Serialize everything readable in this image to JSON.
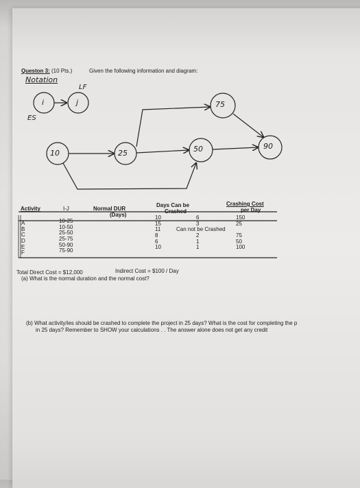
{
  "question": {
    "label": "Queston 3:",
    "points": "(10 Pts.)",
    "intro": "Given the following information and diagram:"
  },
  "notation": {
    "title": "Notation",
    "lf": "LF",
    "node_i": "i",
    "node_j": "j",
    "es": "ES"
  },
  "diagram": {
    "nodes": [
      "10",
      "25",
      "50",
      "75",
      "90"
    ]
  },
  "table": {
    "headers": {
      "activity": "Activity",
      "ij": "I-J",
      "normal_dur_1": "Normal DUR",
      "normal_dur_2": "(Days)",
      "days_can_1": "Days Can be",
      "days_can_2": "Crashed",
      "crash_cost_1": "Crashing Cost",
      "crash_cost_2": "per Day"
    },
    "rows": [
      {
        "activity": "A",
        "ij": "10-25",
        "normal": "10",
        "days": "6",
        "cost": "150"
      },
      {
        "activity": "B",
        "ij": "10-50",
        "normal": "15",
        "days": "3",
        "cost": "25"
      },
      {
        "activity": "C",
        "ij": "25-50",
        "normal": "11",
        "days": "Can not be Crashed",
        "cost": ""
      },
      {
        "activity": "D",
        "ij": "25-75",
        "normal": "8",
        "days": "2",
        "cost": "75"
      },
      {
        "activity": "E",
        "ij": "50-90",
        "normal": "6",
        "days": "1",
        "cost": "50"
      },
      {
        "activity": "F",
        "ij": "75-90",
        "normal": "10",
        "days": "1",
        "cost": "100"
      }
    ]
  },
  "costs": {
    "direct": "Total Direct Cost = $12,000",
    "indirect": "Indirect Cost = $100 / Day"
  },
  "part_a": "(a) What is the normal duration and the normal cost?",
  "part_b_line1": "(b) What activity/ies should be crashed to complete the project in 25 days? What is the cost for completing the p",
  "part_b_line2": "in 25 days? Remember to SHOW your calculations . . The answer alone does not get any credit"
}
